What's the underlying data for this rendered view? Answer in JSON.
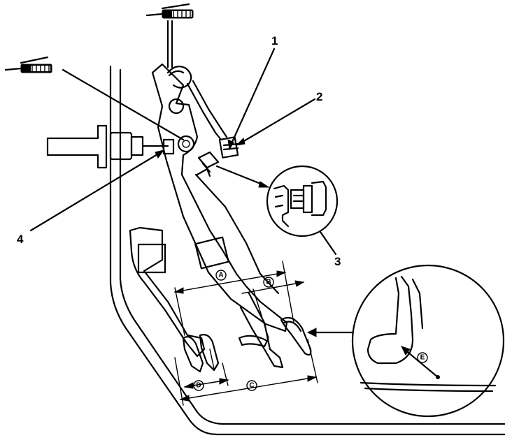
{
  "callouts": {
    "one": "1",
    "two": "2",
    "three": "3",
    "four": "4"
  },
  "dimensions": {
    "a": "A",
    "b": "B",
    "c": "C",
    "d": "D",
    "e": "E"
  }
}
